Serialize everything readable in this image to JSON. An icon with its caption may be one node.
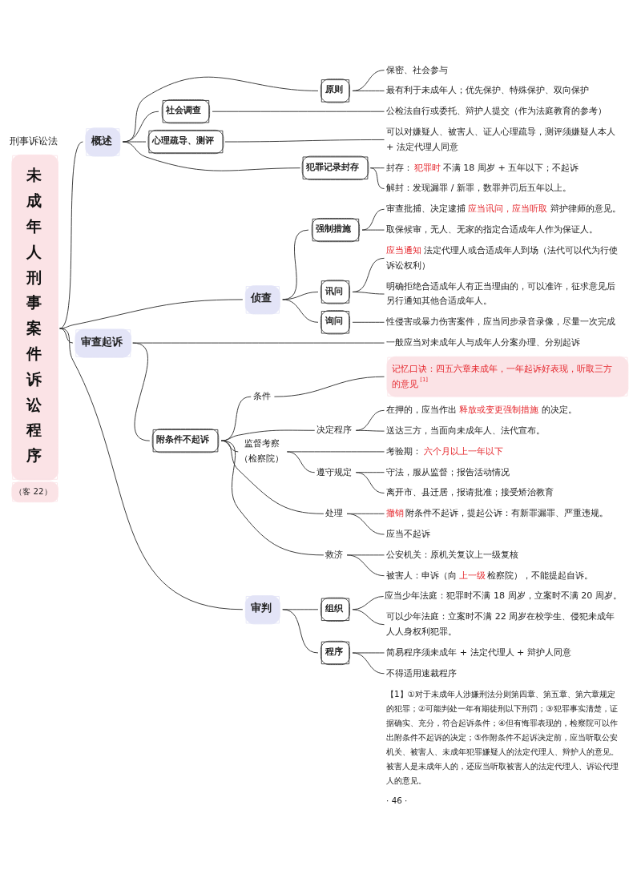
{
  "diagram": {
    "nodes": [
      {
        "text": [
          "未成年人刑事案件诉讼程序"
        ],
        "beside": [
          "（客 22）"
        ]
      },
      {
        "text": [
          "概述"
        ]
      },
      {
        "text": [
          "原则"
        ]
      },
      {
        "text": [
          "保密、社会参与"
        ]
      },
      {
        "text": [
          "最有利于未成年人；优先保护、特殊保护、双向保护"
        ]
      },
      {
        "text": [
          "社会调查"
        ]
      },
      {
        "text": [
          "公检法自行或委托、辩护人提交（作为法庭教育的参考）"
        ]
      },
      {
        "text": [
          "心理疏导、测评"
        ]
      },
      {
        "text": [
          "可以对嫌疑人、被害人、证人心理疏导，测评须嫌疑人本人 + 法定代理人同意"
        ]
      },
      {
        "text": [
          "犯罪记录封存"
        ]
      },
      {
        "text": [
          "封存：**犯罪时**不满 18 周岁 + 五年以下；不起诉"
        ]
      },
      {
        "text": [
          "解封：发现漏罪 / 新罪，数罪并罚后五年以上。"
        ]
      },
      {
        "text": [
          "侦查"
        ]
      },
      {
        "text": [
          "强制措施"
        ]
      },
      {
        "text": [
          "审查批捕、决定逮捕**应当讯问，应当听取**辩护律师的意见。"
        ]
      },
      {
        "text": [
          "取保候审，无人、无家的指定合适成年人作为保证人。"
        ]
      },
      {
        "text": [
          "讯问"
        ]
      },
      {
        "text": [
          "**应当通知**法定代理人或合适成年人到场（法代可以代为行使诉讼权利）"
        ]
      },
      {
        "text": [
          "明确拒绝合适成年人有正当理由的，可以准许，征求意见后另行通知其他合适成年人。"
        ]
      },
      {
        "text": [
          "询问"
        ]
      },
      {
        "text": [
          "性侵害或暴力伤害案件，应当同步录音录像，尽量一次完成"
        ]
      },
      {
        "text": [
          "审查起诉"
        ]
      },
      {
        "text": [
          "一般应当对未成年人与成年人分案办理、分别起诉"
        ]
      },
      {
        "text": [
          "附条件不起诉"
        ]
      },
      {
        "text": [
          "条件"
        ]
      },
      {
        "text": [
          "记忆口诀：四五六章未成年，一年起诉好表现，听取三方的意见$^{[1]}$"
        ]
      },
      {
        "text": [
          "决定程序"
        ]
      },
      {
        "text": [
          "在押的，应当作出**释放或变更强制措施**的决定。"
        ]
      },
      {
        "text": [
          "送达三方，当面向未成年人、法代宣布。"
        ]
      },
      {
        "text": [
          "监督考察（检察院）"
        ]
      },
      {
        "text": [
          "考验期：**六个月以上一年以下**"
        ]
      },
      {
        "text": [
          "遵守规定"
        ]
      },
      {
        "text": [
          "守法，服从监督；报告活动情况"
        ]
      },
      {
        "text": [
          "离开市、县迁居，报请批准；接受矫治教育"
        ]
      },
      {
        "text": [
          "处理"
        ]
      },
      {
        "text": [
          "**撤销**附条件不起诉，提起公诉：有新罪漏罪、严重违规。"
        ]
      },
      {
        "text": [
          "应当不起诉"
        ]
      },
      {
        "text": [
          "救济"
        ]
      },
      {
        "text": [
          "公安机关：原机关复议上一级复核"
        ]
      },
      {
        "text": [
          "被害人：申诉（向**上一级**检察院），不能提起自诉。"
        ]
      },
      {
        "text": [
          "审判"
        ]
      },
      {
        "text": [
          "组织"
        ]
      },
      {
        "text": [
          "应当少年法庭：犯罪时不满 18 周岁，立案时不满 20 周岁。"
        ]
      },
      {
        "text": [
          "可以少年法庭：立案时不满 22 周岁在校学生、侵犯未成年人人身权利犯罪。"
        ]
      },
      {
        "text": [
          "程序"
        ]
      },
      {
        "text": [
          "简易程序须未成年 + 法定代理人 + 辩护人同意"
        ]
      },
      {
        "text": [
          "不得适用速裁程序"
        ]
      }
    ],
    "edges": [
      {
        "from": 0,
        "to": 1,
        "arrow": "none"
      },
      {
        "from": 1,
        "to": 2,
        "arrow": "none"
      },
      {
        "from": 2,
        "to": 3,
        "arrow": "none"
      },
      {
        "from": 2,
        "to": 4,
        "arrow": "none"
      },
      {
        "from": 1,
        "to": 5,
        "arrow": "none"
      },
      {
        "from": 5,
        "to": 6,
        "arrow": "none"
      },
      {
        "from": 1,
        "to": 7,
        "arrow": "none"
      },
      {
        "from": 7,
        "to": 8,
        "arrow": "none"
      },
      {
        "from": 1,
        "to": 9,
        "arrow": "none"
      },
      {
        "from": 9,
        "to": 10,
        "arrow": "none"
      },
      {
        "from": 9,
        "to": 11,
        "arrow": "none"
      },
      {
        "from": 0,
        "to": 12,
        "arrow": "none"
      },
      {
        "from": 12,
        "to": 13,
        "arrow": "none"
      },
      {
        "from": 13,
        "to": 14,
        "arrow": "none"
      },
      {
        "from": 13,
        "to": 15,
        "arrow": "none"
      },
      {
        "from": 12,
        "to": 16,
        "arrow": "none"
      },
      {
        "from": 16,
        "to": 17,
        "arrow": "none"
      },
      {
        "from": 16,
        "to": 18,
        "arrow": "none"
      },
      {
        "from": 12,
        "to": 19,
        "arrow": "none"
      },
      {
        "from": 19,
        "to": 20,
        "arrow": "none"
      },
      {
        "from": 0,
        "to": 21,
        "arrow": "none"
      },
      {
        "from": 21,
        "to": 22,
        "arrow": "none"
      },
      {
        "from": 21,
        "to": 23,
        "arrow": "none"
      },
      {
        "from": 23,
        "to": 24,
        "arrow": "none"
      },
      {
        "from": 24,
        "to": 25,
        "arrow": "none"
      },
      {
        "from": 23,
        "to": 26,
        "arrow": "none"
      },
      {
        "from": 26,
        "to": 27,
        "arrow": "none"
      },
      {
        "from": 26,
        "to": 28,
        "arrow": "none"
      },
      {
        "from": 23,
        "to": 29,
        "arrow": "none"
      },
      {
        "from": 29,
        "to": 30,
        "arrow": "none"
      },
      {
        "from": 29,
        "to": 31,
        "arrow": "none"
      },
      {
        "from": 31,
        "to": 32,
        "arrow": "none"
      },
      {
        "from": 31,
        "to": 33,
        "arrow": "none"
      },
      {
        "from": 23,
        "to": 34,
        "arrow": "none"
      },
      {
        "from": 34,
        "to": 35,
        "arrow": "none"
      },
      {
        "from": 34,
        "to": 36,
        "arrow": "none"
      },
      {
        "from": 23,
        "to": 37,
        "arrow": "none"
      },
      {
        "from": 37,
        "to": 38,
        "arrow": "none"
      },
      {
        "from": 37,
        "to": 39,
        "arrow": "none"
      },
      {
        "from": 0,
        "to": 40,
        "arrow": "none"
      },
      {
        "from": 40,
        "to": 41,
        "arrow": "none"
      },
      {
        "from": 41,
        "to": 42,
        "arrow": "none"
      },
      {
        "from": 41,
        "to": 43,
        "arrow": "none"
      },
      {
        "from": 40,
        "to": 44,
        "arrow": "none"
      },
      {
        "from": 44,
        "to": 45,
        "arrow": "none"
      },
      {
        "from": 44,
        "to": 46,
        "arrow": "none"
      }
    ],
    "labels": [
      "刑事诉讼法",
      "【1】①对于未成年人涉嫌刑法分则第四章、第五章、第六章规定的犯罪；②可能判处一年有期徒刑以下刑罚；③犯罪事实清楚，证据确实、充分，符合起诉条件；④但有悔罪表现的，检察院可以作出附条件不起诉的决定；⑤作附条件不起诉决定前，应当听取公安机关、被害人、未成年犯罪嫌疑人的法定代理人、辩护人的意见。被害人是未成年人的，还应当听取被害人的法定代理人、诉讼代理人的意见。",
      "· 46 ·"
    ]
  }
}
